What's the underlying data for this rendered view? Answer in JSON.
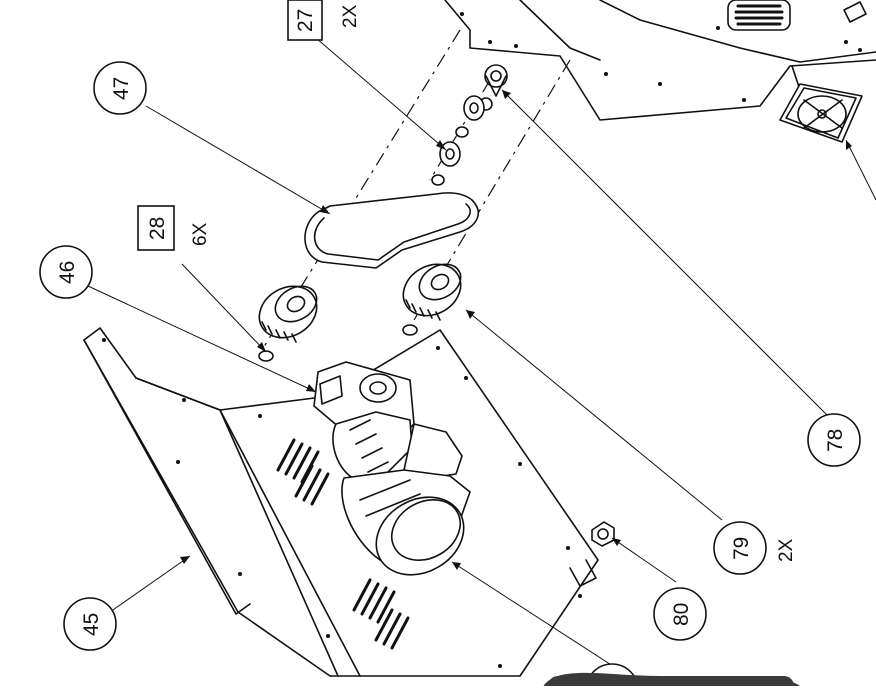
{
  "diagram": {
    "labels": [
      {
        "id": "27",
        "text": "27",
        "boxed": true,
        "qty": "2X"
      },
      {
        "id": "47",
        "text": "47",
        "boxed": false,
        "qty": ""
      },
      {
        "id": "28",
        "text": "28",
        "boxed": true,
        "qty": "6X"
      },
      {
        "id": "46",
        "text": "46",
        "boxed": false,
        "qty": ""
      },
      {
        "id": "45",
        "text": "45",
        "boxed": false,
        "qty": ""
      },
      {
        "id": "78",
        "text": "78",
        "boxed": false,
        "qty": ""
      },
      {
        "id": "79",
        "text": "79",
        "boxed": false,
        "qty": "2X"
      },
      {
        "id": "80",
        "text": "80",
        "boxed": false,
        "qty": ""
      }
    ],
    "colors": {
      "line": "#111111",
      "background": "#ffffff",
      "overlay": "#3a3a3a"
    }
  }
}
